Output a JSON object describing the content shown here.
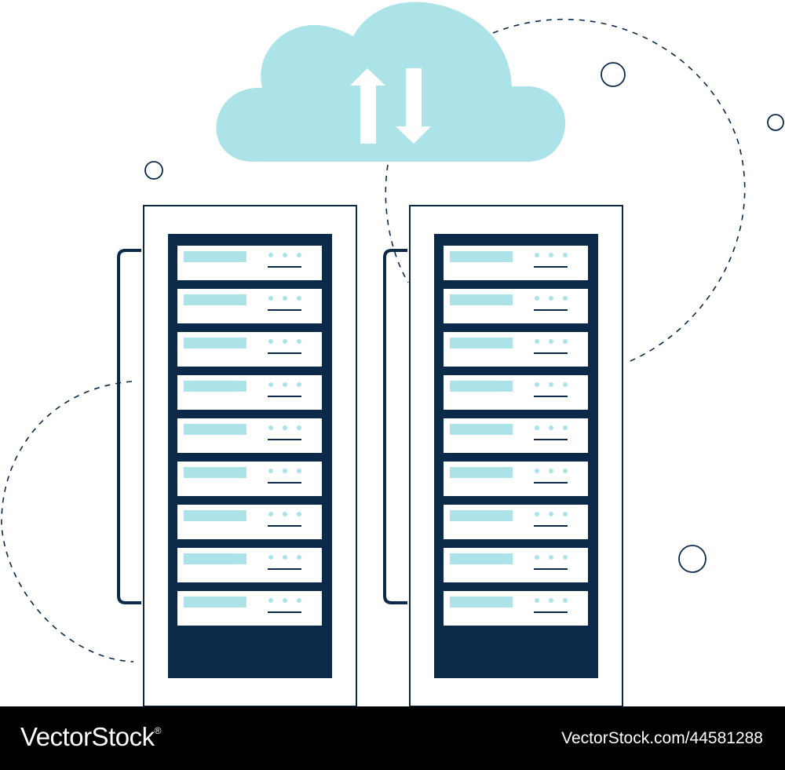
{
  "colors": {
    "background": "#ffffff",
    "navy": "#0b2a4a",
    "cloud": "#ace3e8",
    "slot_bar": "#ace3e8",
    "slot_face": "#ffffff",
    "footer_bg": "#000000",
    "footer_text": "#ffffff"
  },
  "illustration": {
    "cloud_icon": "cloud-icon",
    "arrows_icon": "upload-download-arrows-icon",
    "rack_count": 2,
    "slots_per_rack": 9
  },
  "footer": {
    "brand": "VectorStock",
    "brand_mark": "®",
    "image_id": "VectorStock.com/44581288"
  }
}
